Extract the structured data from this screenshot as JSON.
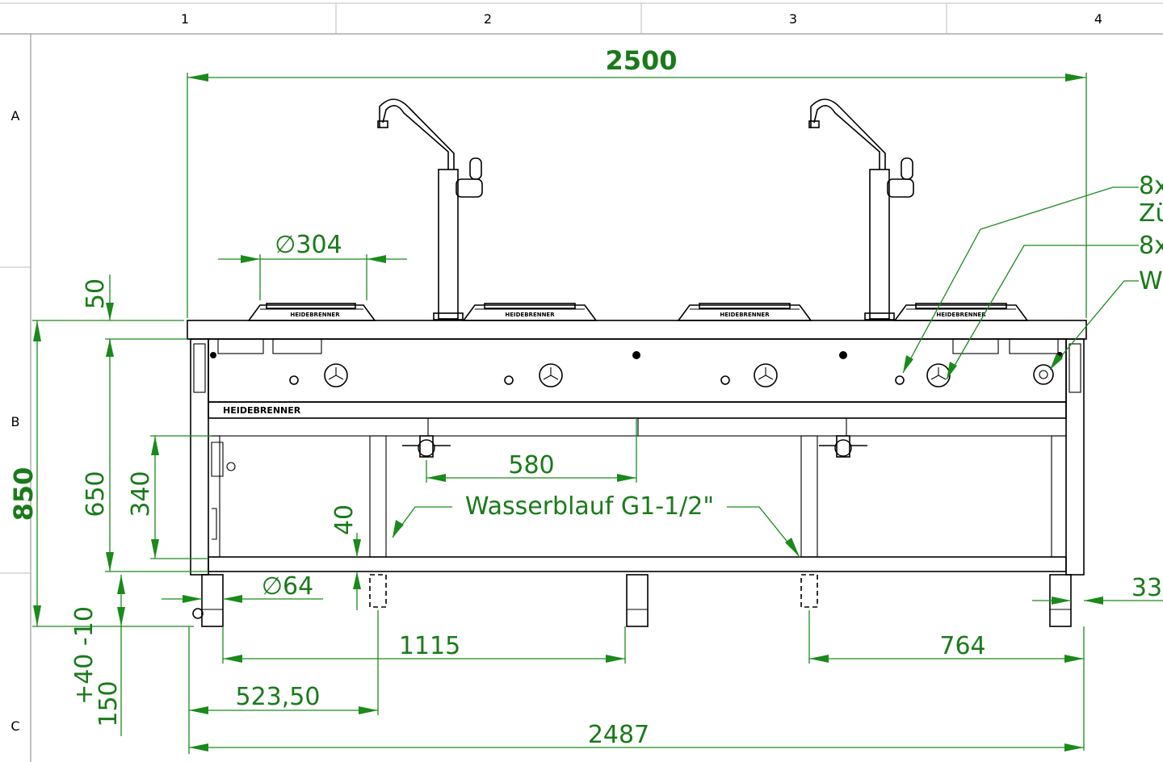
{
  "frame": {
    "columns": [
      "1",
      "2",
      "3",
      "4"
    ],
    "rows": [
      "A",
      "B",
      "C"
    ]
  },
  "brand_label": "HEIDEBRENNER",
  "dimensions": {
    "overall_width": "2500",
    "overall_height": "850",
    "burner_diameter": "∅304",
    "top_edge": "50",
    "front_height": "650",
    "drain_height": "340",
    "drain_spacing": "580",
    "rail_gap": "40",
    "leg_diameter": "∅64",
    "leg_span_left": "1115",
    "leg_span_right": "764",
    "leg_offset": "523,50",
    "leg_overall": "2487",
    "foot_height": "150",
    "foot_tolerance": "+40 -10",
    "side_offset": "33"
  },
  "callouts": {
    "drain": "Wasserblauf G1-1/2\"",
    "ignition_line1": "8x",
    "ignition_line2": "Zü",
    "tap_line1": "8x",
    "valve_line1": "W"
  },
  "colors": {
    "dimension": "#1a8a1a",
    "outline": "#000000"
  }
}
